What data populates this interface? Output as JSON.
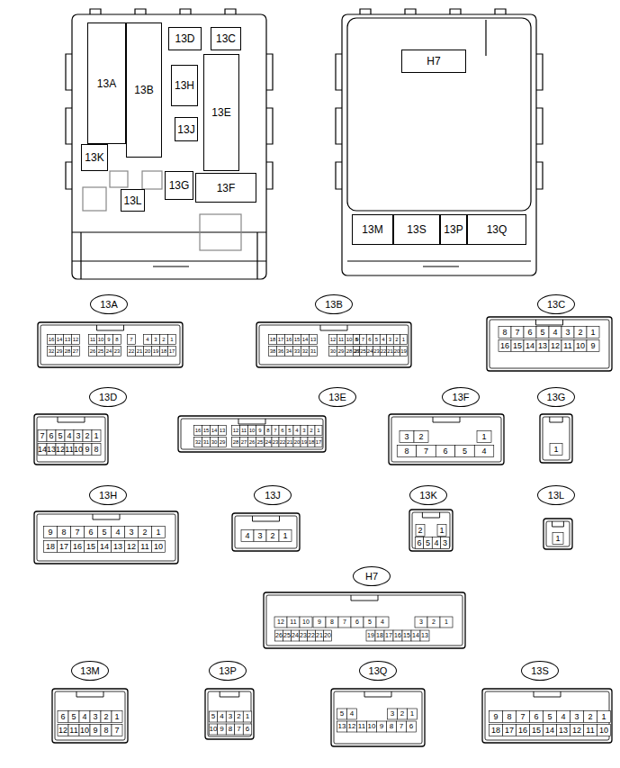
{
  "diagram": {
    "nodes": [
      {
        "text": [
          "13A"
        ]
      },
      {
        "text": [
          "13B"
        ]
      },
      {
        "text": [
          "13D"
        ]
      },
      {
        "text": [
          "13C"
        ]
      },
      {
        "text": [
          "13H"
        ]
      },
      {
        "text": [
          "13E"
        ]
      },
      {
        "text": [
          "13J"
        ]
      },
      {
        "text": [
          "13K"
        ]
      },
      {
        "text": [
          "13G"
        ]
      },
      {
        "text": [
          "13F"
        ]
      },
      {
        "text": [
          "13L"
        ]
      },
      {
        "text": [
          "H7"
        ]
      },
      {
        "text": [
          "13M"
        ]
      },
      {
        "text": [
          "13S"
        ]
      },
      {
        "text": [
          "13P"
        ]
      },
      {
        "text": [
          "13Q"
        ]
      },
      {
        "text": [
          "13A"
        ]
      },
      {
        "text": [
          "13B"
        ]
      },
      {
        "text": [
          "13C"
        ]
      },
      {
        "text": [
          "13D"
        ]
      },
      {
        "text": [
          "13E"
        ]
      },
      {
        "text": [
          "13F"
        ]
      },
      {
        "text": [
          "13G"
        ]
      },
      {
        "text": [
          "13H"
        ]
      },
      {
        "text": [
          "13J"
        ]
      },
      {
        "text": [
          "13K"
        ]
      },
      {
        "text": [
          "13L"
        ]
      },
      {
        "text": [
          "H7"
        ]
      },
      {
        "text": [
          "13M"
        ]
      },
      {
        "text": [
          "13P"
        ]
      },
      {
        "text": [
          "13Q"
        ]
      },
      {
        "text": [
          "13S"
        ]
      }
    ],
    "labels": [
      "16",
      "14",
      "13",
      "12",
      "11",
      "10",
      "9",
      "8",
      "7",
      "4",
      "3",
      "2",
      "1",
      "32",
      "29",
      "28",
      "27",
      "26",
      "25",
      "24",
      "23",
      "22",
      "21",
      "20",
      "19",
      "18",
      "17",
      "18",
      "17",
      "16",
      "15",
      "14",
      "13",
      "12",
      "11",
      "10",
      "9",
      "8",
      "7",
      "6",
      "5",
      "4",
      "3",
      "2",
      "1",
      "38",
      "36",
      "34",
      "33",
      "32",
      "31",
      "30",
      "29",
      "28",
      "27",
      "26",
      "25",
      "24",
      "23",
      "22",
      "21",
      "20",
      "19",
      "8",
      "7",
      "6",
      "5",
      "4",
      "3",
      "2",
      "1",
      "16",
      "15",
      "14",
      "13",
      "12",
      "11",
      "10",
      "9",
      "7",
      "6",
      "5",
      "4",
      "3",
      "2",
      "1",
      "14",
      "13",
      "12",
      "11",
      "10",
      "9",
      "8",
      "16",
      "15",
      "14",
      "13",
      "12",
      "11",
      "10",
      "9",
      "8",
      "7",
      "6",
      "5",
      "4",
      "3",
      "2",
      "1",
      "32",
      "31",
      "30",
      "29",
      "28",
      "27",
      "26",
      "25",
      "24",
      "23",
      "22",
      "21",
      "20",
      "19",
      "18",
      "17",
      "3",
      "2",
      "1",
      "8",
      "7",
      "6",
      "5",
      "4",
      "1",
      "9",
      "8",
      "7",
      "6",
      "5",
      "4",
      "3",
      "2",
      "1",
      "18",
      "17",
      "16",
      "15",
      "14",
      "13",
      "12",
      "11",
      "10",
      "4",
      "3",
      "2",
      "1",
      "2",
      "1",
      "6",
      "5",
      "4",
      "3",
      "1",
      "12",
      "11",
      "10",
      "9",
      "8",
      "7",
      "6",
      "5",
      "4",
      "3",
      "2",
      "1",
      "26",
      "25",
      "24",
      "23",
      "22",
      "21",
      "20",
      "19",
      "18",
      "17",
      "16",
      "15",
      "14",
      "13",
      "6",
      "5",
      "4",
      "3",
      "2",
      "1",
      "12",
      "11",
      "10",
      "9",
      "8",
      "7",
      "5",
      "4",
      "3",
      "2",
      "1",
      "10",
      "9",
      "8",
      "7",
      "6",
      "5",
      "4",
      "3",
      "2",
      "1",
      "13",
      "12",
      "11",
      "10",
      "9",
      "8",
      "7",
      "6",
      "9",
      "8",
      "7",
      "6",
      "5",
      "4",
      "3",
      "2",
      "1",
      "18",
      "17",
      "16",
      "15",
      "14",
      "13",
      "12",
      "11",
      "10"
    ]
  }
}
